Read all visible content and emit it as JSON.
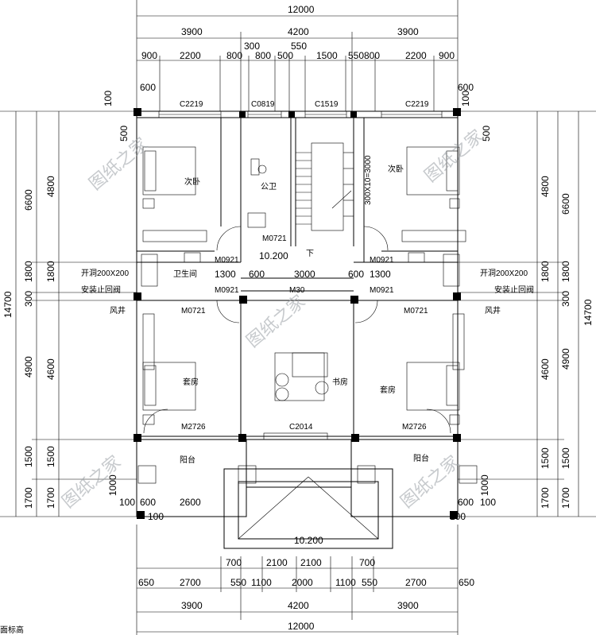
{
  "dims": {
    "top_total": "12000",
    "top_row1": [
      "3900",
      "4200",
      "3900"
    ],
    "top_row2": [
      "900",
      "2200",
      "800",
      "300",
      "800",
      "500",
      "550",
      "1500",
      "550",
      "800",
      "2200",
      "900"
    ],
    "bottom_row1": [
      "700",
      "2100",
      "2100",
      "700"
    ],
    "bottom_row2": [
      "650",
      "2700",
      "550",
      "1100",
      "2000",
      "1100",
      "550",
      "2700",
      "650"
    ],
    "bottom_row3": [
      "3900",
      "4200",
      "3900"
    ],
    "bottom_total": "12000",
    "left_total": "14700",
    "left_outer": [
      "6600",
      "1800",
      "300",
      "4900",
      "1500",
      "1700"
    ],
    "left_inner": [
      "4800",
      "1800",
      "4600",
      "1500",
      "1700"
    ],
    "right_total": "14700",
    "right_outer": [
      "6600",
      "1800",
      "300",
      "4900",
      "1500",
      "1700"
    ],
    "right_inner": [
      "4800",
      "1800",
      "4600",
      "1500",
      "1700"
    ],
    "small": {
      "s600a": "600",
      "s600b": "600",
      "s100a": "100",
      "s100b": "100",
      "s500a": "500",
      "s500b": "500",
      "b100a": "100",
      "b600a": "600",
      "b2600": "2600",
      "b100b": "100",
      "b600b": "600",
      "b100c": "100",
      "b100d": "100",
      "b1000a": "1000",
      "b1000b": "1000",
      "mid_1300a": "1300",
      "mid_600a": "600",
      "mid_3000": "3000",
      "mid_600b": "600",
      "mid_1300b": "1300",
      "level_a": "10.200",
      "level_b": "10.200",
      "stair": "300X10=3000"
    }
  },
  "labels": {
    "c2219a": "C2219",
    "c0819": "C0819",
    "c1519": "C1519",
    "c2219b": "C2219",
    "m0721a": "M0721",
    "m0921a": "M0921",
    "m0921b": "M0921",
    "m0921c": "M0921",
    "m0921d": "M0921",
    "m0721b": "M0721",
    "m0721c": "M0721",
    "m30": "M30",
    "m2726a": "M2726",
    "m2726b": "M2726",
    "c2014": "C2014",
    "vent_a": "开洞200X200",
    "vent_a2": "安装止回阀",
    "vent_b": "开洞200X200",
    "vent_b2": "安装止回阀",
    "fengjing_a": "风井",
    "fengjing_b": "风井"
  },
  "rooms": {
    "ciwo_a": "次卧",
    "ciwo_b": "次卧",
    "gongwei": "公卫",
    "weisheng": "卫生间",
    "taofang_a": "套房",
    "taofang_b": "套房",
    "shufang": "书房",
    "yangtai_a": "阳台",
    "yangtai_b": "阳台",
    "xia": "下"
  },
  "watermark": "图纸之家",
  "footnote": "面标高"
}
